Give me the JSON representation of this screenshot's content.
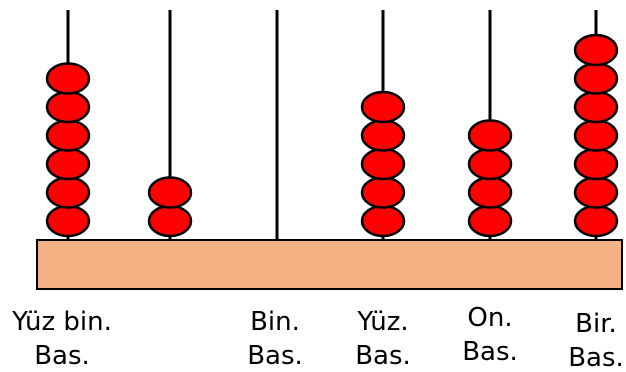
{
  "colors": {
    "bead": "#ff0000",
    "bead_outline": "#000000",
    "base": "#f4b183",
    "base_outline": "#000000",
    "rod": "#000000"
  },
  "rods": [
    {
      "beads": 6,
      "label_lines": [
        "Yüz bin.",
        "Bas."
      ]
    },
    {
      "beads": 2,
      "label_lines": [
        "",
        ""
      ]
    },
    {
      "beads": 0,
      "label_lines": [
        "Bin.",
        "Bas."
      ]
    },
    {
      "beads": 5,
      "label_lines": [
        "Yüz.",
        "Bas."
      ]
    },
    {
      "beads": 4,
      "label_lines": [
        "On.",
        "Bas."
      ]
    },
    {
      "beads": 7,
      "label_lines": [
        "Bir.",
        "Bas."
      ]
    }
  ]
}
